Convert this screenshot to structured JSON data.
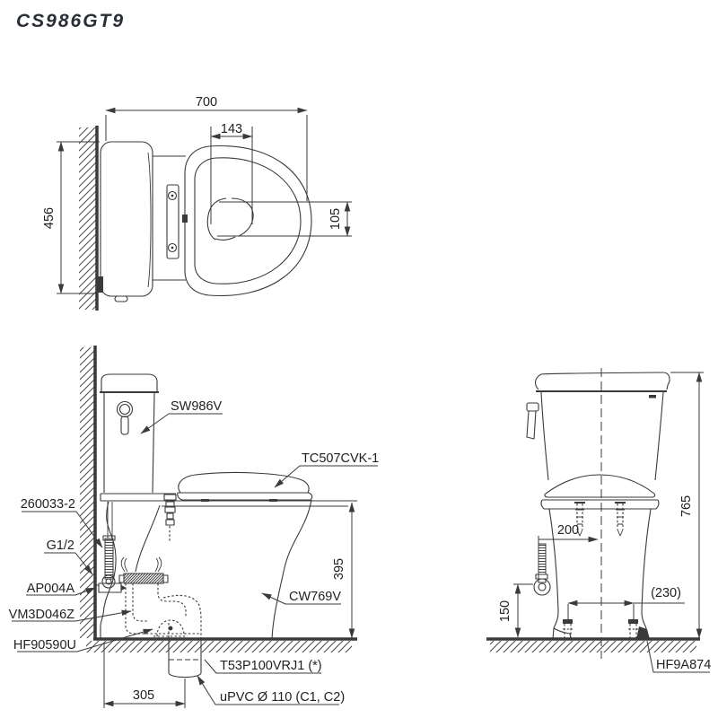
{
  "title": "CS986GT9",
  "drawing": {
    "top_view": {
      "dim_width": "700",
      "dim_trap_width": "143",
      "dim_depth": "456",
      "dim_water_spot": "105"
    },
    "side_view": {
      "label_cistern": "SW986V",
      "label_seat": "TC507CVK-1",
      "label_connector": "260033-2",
      "label_supply_thread": "G1/2",
      "label_stop_valve": "AP004A",
      "label_flange": "VM3D046Z",
      "label_bolt_kit": "HF90590U",
      "label_bowl": "CW769V",
      "label_outlet_socket": "T53P100VRJ1 (*)",
      "label_drain_pipe": "uPVC Ø 110 (C1, C2)",
      "dim_rim_height": "395",
      "dim_outlet_setout": "305"
    },
    "front_view": {
      "dim_total_height": "765",
      "dim_supply_offset": "200",
      "dim_supply_height": "150",
      "dim_bolt_spacing": "(230)",
      "label_bolt_cap": "HF9A874"
    }
  },
  "colors": {
    "line": "#3a3a3a",
    "text": "#1f1f1f",
    "title": "#2a2e36",
    "background": "#ffffff"
  }
}
